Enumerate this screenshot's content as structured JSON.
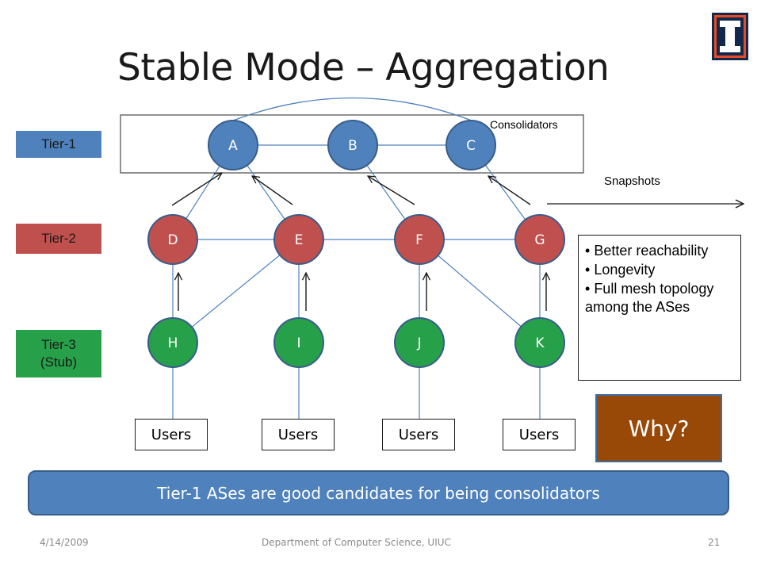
{
  "slide": {
    "title": "Stable Mode – Aggregation",
    "logo_icon": "illinois-block-i-logo",
    "tiers": {
      "tier1": "Tier-1",
      "tier2": "Tier-2",
      "tier3_line1": "Tier-3",
      "tier3_line2": "(Stub)"
    },
    "consolidators_label": "Consolidators",
    "snapshots_label": "Snapshots",
    "nodes": {
      "A": "A",
      "B": "B",
      "C": "C",
      "D": "D",
      "E": "E",
      "F": "F",
      "G": "G",
      "H": "H",
      "I": "I",
      "J": "J",
      "K": "K"
    },
    "users": [
      "Users",
      "Users",
      "Users",
      "Users"
    ],
    "benefits": [
      "Better reachability",
      "Longevity",
      "Full mesh topology among the ASes"
    ],
    "why_label": "Why?",
    "banner": "Tier-1 ASes are good candidates for being consolidators",
    "footer": {
      "date": "4/14/2009",
      "center": "Department of Computer Science, UIUC",
      "page": "21"
    },
    "colors": {
      "tier1": "#4f81bd",
      "tier2": "#c0504d",
      "tier3": "#27a04a",
      "why": "#984807",
      "banner": "#4f81bd"
    }
  }
}
